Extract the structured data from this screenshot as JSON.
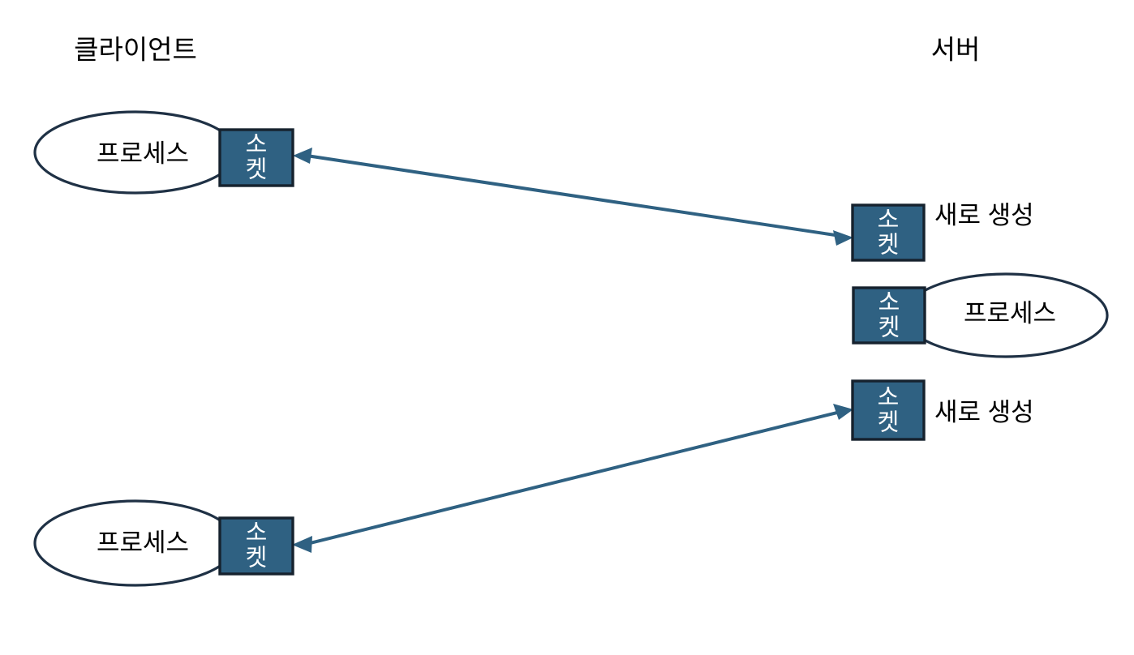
{
  "diagram": {
    "title_client": "클라이언트",
    "title_server": "서버",
    "colors": {
      "socket_fill": "#2f6182",
      "socket_border": "#16222e",
      "ellipse_border": "#1f3145",
      "connector": "#2f6182",
      "background": "#ffffff",
      "text": "#000000",
      "socket_text": "#ffffff"
    },
    "labels": {
      "process": "프로세스",
      "socket_line1": "소",
      "socket_line2": "켓",
      "new_created": "새로 생성"
    },
    "client_nodes": [
      {
        "id": "client-process-top",
        "label": "프로세스",
        "socket": "소켓"
      },
      {
        "id": "client-process-bottom",
        "label": "프로세스",
        "socket": "소켓"
      }
    ],
    "server_nodes": [
      {
        "id": "server-socket-top",
        "socket": "소켓",
        "note": "새로 생성"
      },
      {
        "id": "server-process",
        "socket": "소켓",
        "label": "프로세스"
      },
      {
        "id": "server-socket-bottom",
        "socket": "소켓",
        "note": "새로 생성"
      }
    ],
    "connections": [
      {
        "id": "conn-top",
        "from": "client-process-top.socket",
        "to": "server-socket-top",
        "direction": "bidirectional"
      },
      {
        "id": "conn-bottom",
        "from": "client-process-bottom.socket",
        "to": "server-socket-bottom",
        "direction": "bidirectional"
      }
    ]
  }
}
